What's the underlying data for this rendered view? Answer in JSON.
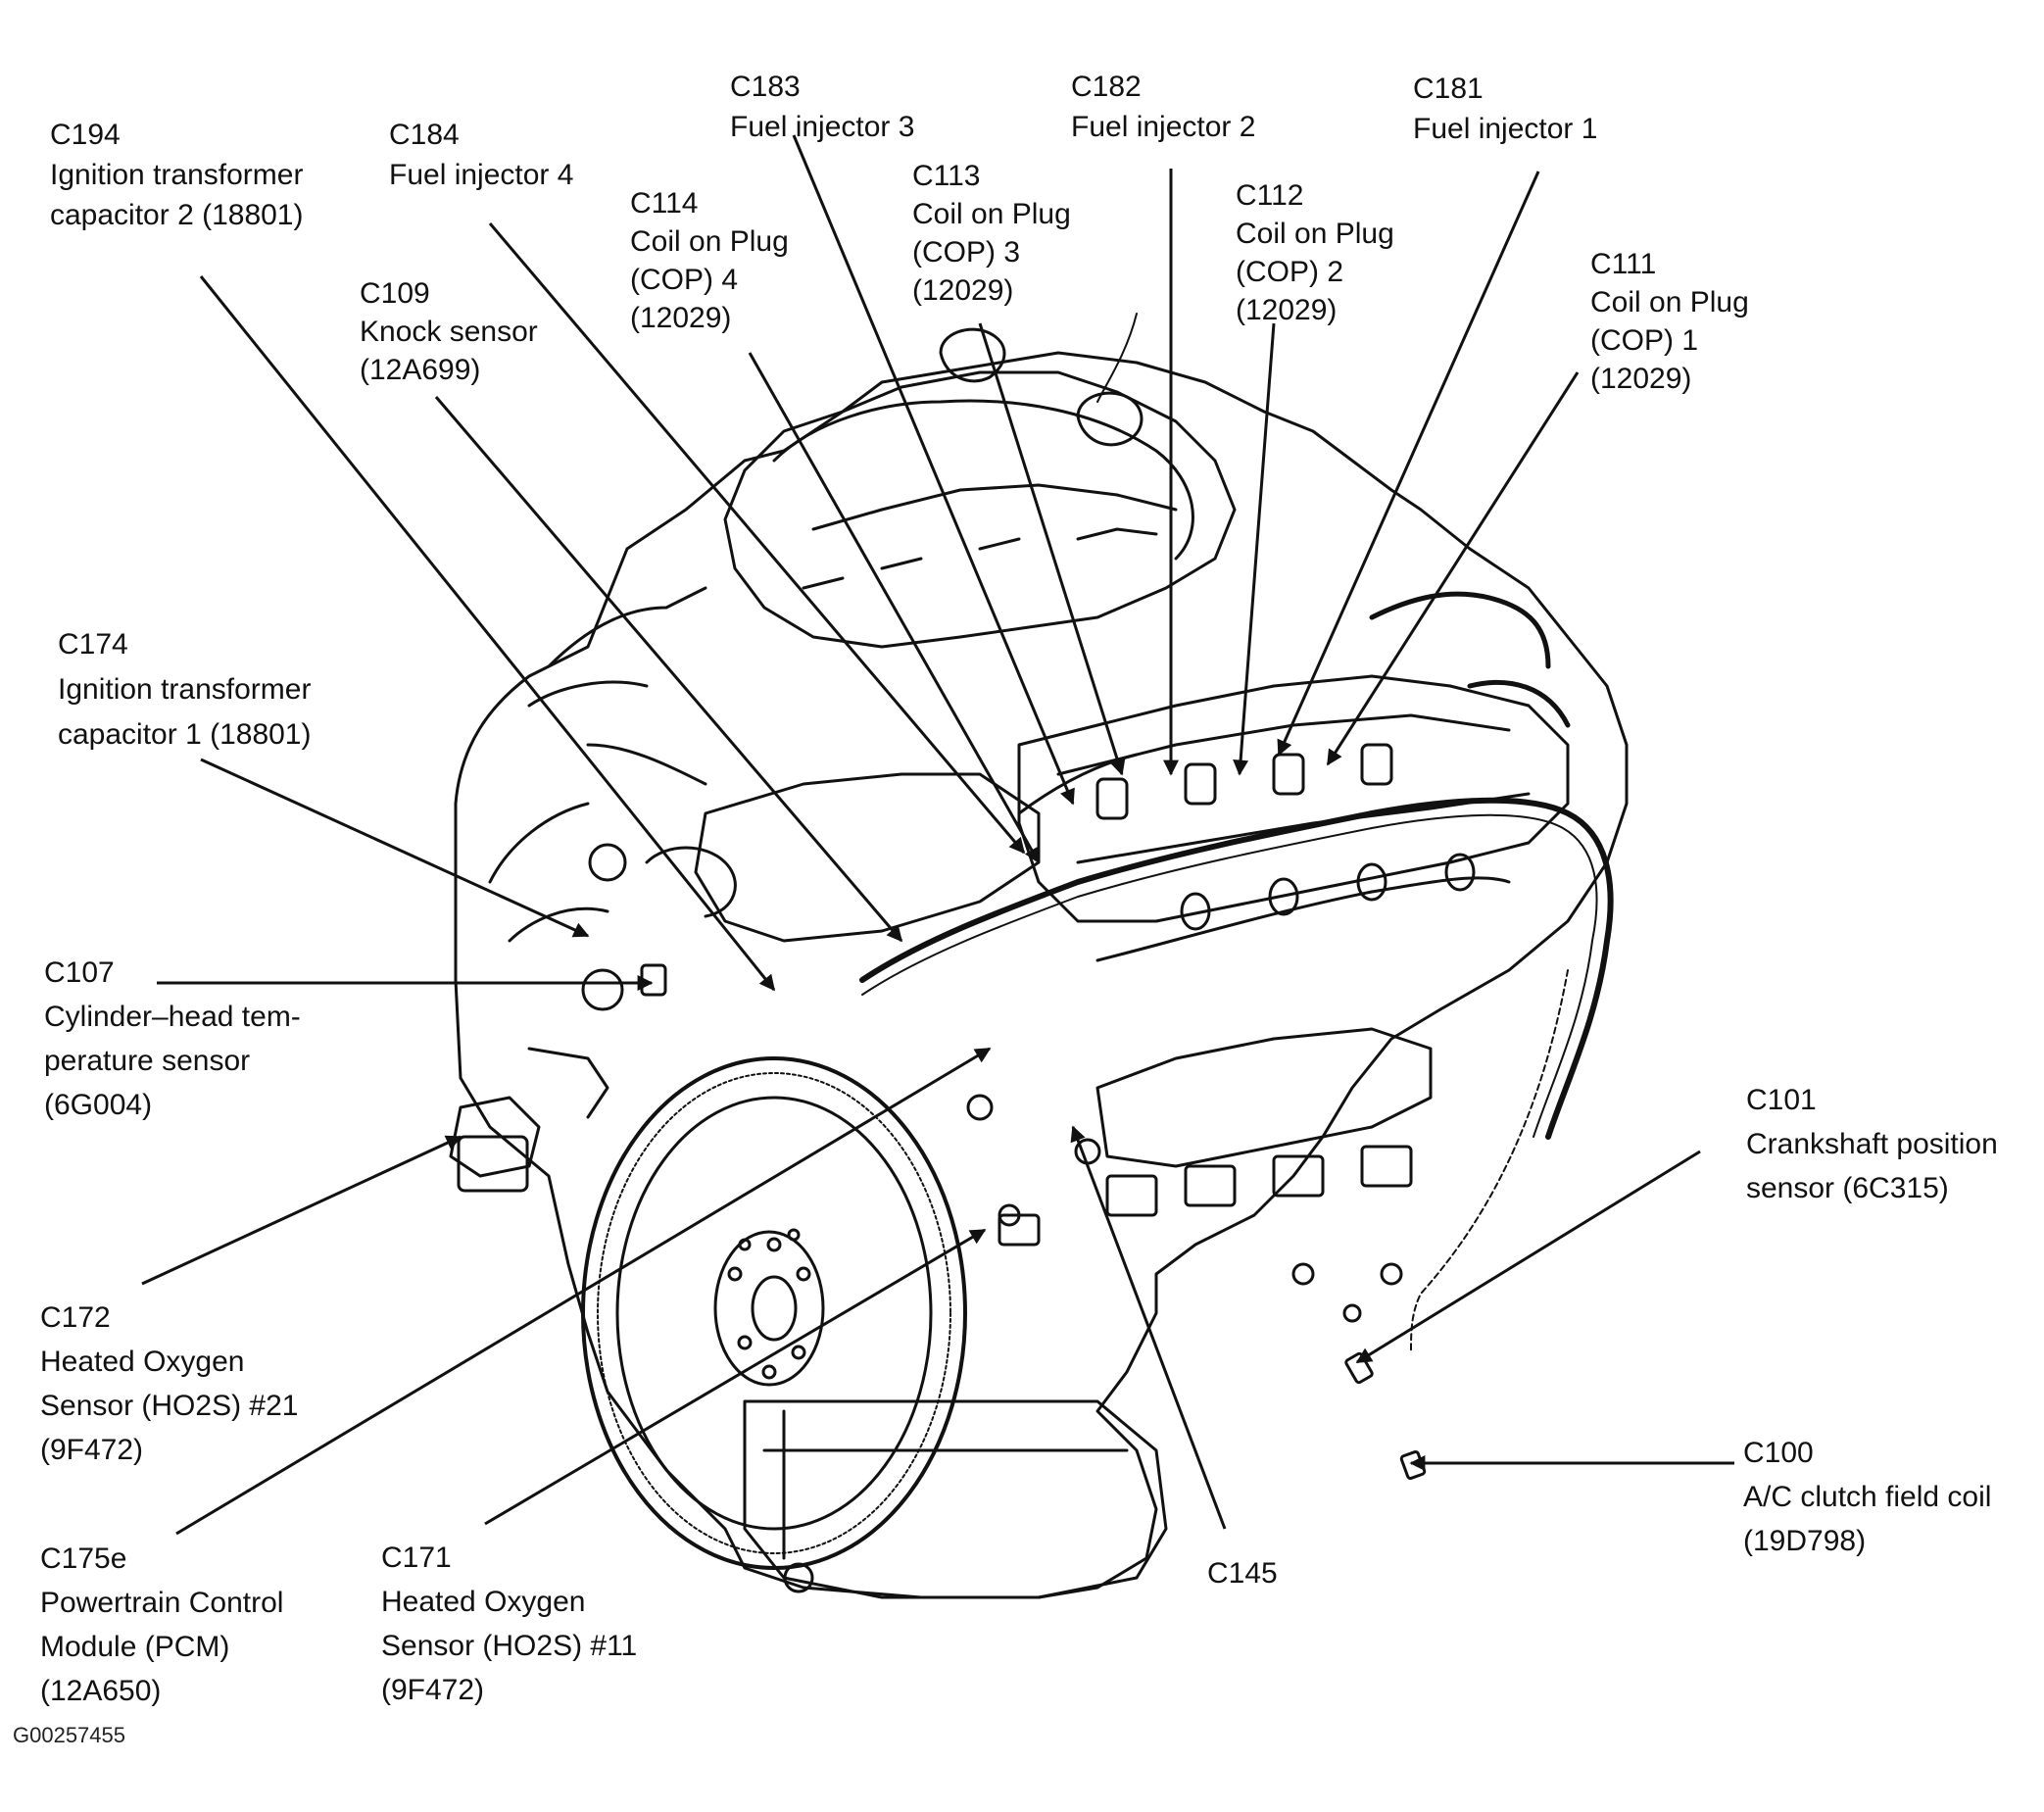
{
  "figure_id": "G00257455",
  "colors": {
    "ink": "#111111",
    "background": "#ffffff"
  },
  "callouts": {
    "c194": {
      "code": "C194",
      "lines": [
        "Ignition transformer",
        "capacitor 2 (18801)"
      ]
    },
    "c184": {
      "code": "C184",
      "lines": [
        "Fuel injector 4"
      ]
    },
    "c183": {
      "code": "C183",
      "lines": [
        "Fuel injector 3"
      ]
    },
    "c182": {
      "code": "C182",
      "lines": [
        "Fuel injector 2"
      ]
    },
    "c181": {
      "code": "C181",
      "lines": [
        "Fuel injector 1"
      ]
    },
    "c114": {
      "code": "C114",
      "lines": [
        "Coil on Plug",
        "(COP) 4",
        "(12029)"
      ]
    },
    "c113": {
      "code": "C113",
      "lines": [
        "Coil on Plug",
        "(COP) 3",
        "(12029)"
      ]
    },
    "c112": {
      "code": "C112",
      "lines": [
        "Coil on Plug",
        "(COP) 2",
        "(12029)"
      ]
    },
    "c111": {
      "code": "C111",
      "lines": [
        "Coil on Plug",
        "(COP) 1",
        "(12029)"
      ]
    },
    "c109": {
      "code": "C109",
      "lines": [
        "Knock sensor",
        "(12A699)"
      ]
    },
    "c174": {
      "code": "C174",
      "lines": [
        "Ignition transformer",
        "capacitor 1 (18801)"
      ]
    },
    "c107": {
      "code": "C107",
      "lines": [
        "Cylinder–head tem-",
        "perature sensor",
        "(6G004)"
      ]
    },
    "c101": {
      "code": "C101",
      "lines": [
        "Crankshaft position",
        "sensor (6C315)"
      ]
    },
    "c172": {
      "code": "C172",
      "lines": [
        "Heated Oxygen",
        "Sensor (HO2S) #21",
        "(9F472)"
      ]
    },
    "c100": {
      "code": "C100",
      "lines": [
        "A/C clutch field coil",
        "(19D798)"
      ]
    },
    "c175e": {
      "code": "C175e",
      "lines": [
        "Powertrain Control",
        "Module (PCM)",
        "(12A650)"
      ]
    },
    "c171": {
      "code": "C171",
      "lines": [
        "Heated Oxygen",
        "Sensor (HO2S) #11",
        "(9F472)"
      ]
    },
    "c145": {
      "code": "C145",
      "lines": []
    }
  }
}
